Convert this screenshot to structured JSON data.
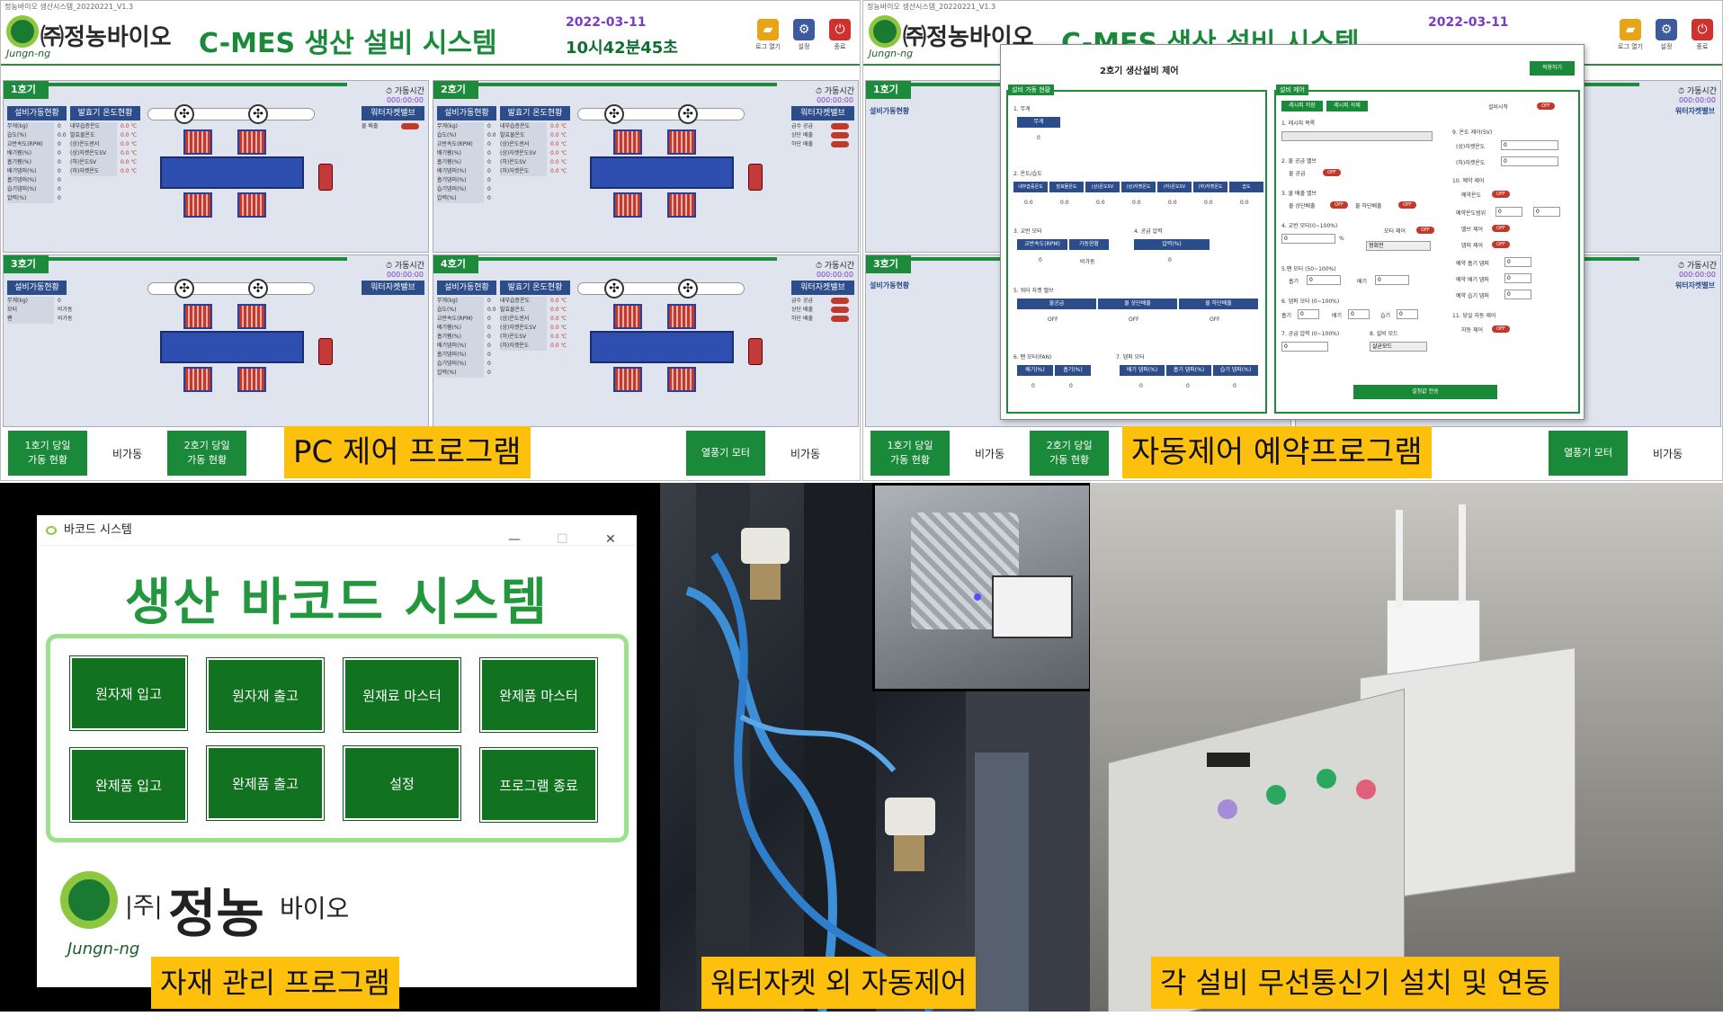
{
  "screen1": {
    "window_title": "정농바이오 생산시스템_20220221_V1.3",
    "company": "㈜정농바이오",
    "company_en": "Jungn-ng",
    "title": "C-MES 생산 설비 시스템",
    "date": "2022-03-11",
    "time": "10시42분45초",
    "toolbar": [
      {
        "label": "로그 열기",
        "icon": "folder-icon",
        "color": "#e8a317"
      },
      {
        "label": "설정",
        "icon": "gear-icon",
        "color": "#3d5a9e"
      },
      {
        "label": "종료",
        "icon": "power-icon",
        "color": "#d0312d"
      }
    ],
    "panels": [
      {
        "label": "1호기",
        "runtime_label": "가동시간",
        "runtime": "000:00:00",
        "status_header": "설비가동현황",
        "temp_header": "발효기 온도현황",
        "valve_header": "워터자켓밸브",
        "valve_items": [
          "물 배출"
        ]
      },
      {
        "label": "2호기",
        "runtime_label": "가동시간",
        "runtime": "000:00:00",
        "status_header": "설비가동현황",
        "temp_header": "발효기 온도현황",
        "valve_header": "워터자켓밸브",
        "valve_items": [
          "급수 공급",
          "상단 배출",
          "하단 배출"
        ]
      },
      {
        "label": "3호기",
        "runtime_label": "가동시간",
        "runtime": "000:00:00",
        "status_header": "설비가동현황",
        "valve_header": "워터자켓밸브"
      },
      {
        "label": "4호기",
        "runtime_label": "가동시간",
        "runtime": "000:00:00",
        "status_header": "설비가동현황",
        "temp_header": "발효기 온도현황",
        "valve_header": "워터자켓밸브",
        "valve_items": [
          "급수 공급",
          "상단 배출",
          "하단 배출"
        ]
      }
    ],
    "status_rows": [
      "무게(kg)",
      "습도(%)",
      "교반속도(RPM)",
      "배기휀(%)",
      "흡기휀(%)",
      "배기댐퍼(%)",
      "흡기댐퍼(%)",
      "습기댐퍼(%)",
      "압력(%)"
    ],
    "status_values": [
      "0",
      "0.0",
      "0",
      "0",
      "0",
      "0",
      "0",
      "0",
      "0"
    ],
    "temp_rows": [
      "내부습증온도",
      "발효물온도",
      "(상)온도센서",
      "(상)자켓온도SV",
      "(하)온도SV",
      "(하)자켓온도"
    ],
    "temp_values": [
      "0.0 ℃",
      "0.0 ℃",
      "0.0 ℃",
      "0.0 ℃",
      "0.0 ℃",
      "0.0 ℃"
    ],
    "panel3_rows": [
      "무게(kg)",
      "모터",
      "팬"
    ],
    "panel3_values": [
      "0",
      "비가동",
      "비가동"
    ],
    "bottom": [
      {
        "button": "1호기 당일\n가동 현황",
        "status": "비가동"
      },
      {
        "button": "2호기 당일\n가동 현황",
        "status": ""
      },
      {
        "button": "열풍기 모터",
        "status": "비가동"
      }
    ]
  },
  "screen2": {
    "dialog_title": "2호기 생산설비 제어",
    "dialog_ok": "적용하기",
    "left_group": "설비 가동 현황",
    "weight_label": "1. 무게",
    "weight_header": "무게",
    "weight_value": "0",
    "temp_label": "2. 온도/습도",
    "temp_headers": [
      "내부습증온도",
      "발효물온도",
      "(상)온도SV",
      "(상)자켓온도",
      "(하)온도SV",
      "(하)자켓온도",
      "습도"
    ],
    "temp_values": [
      "0.0",
      "0.0",
      "0.0",
      "0.0",
      "0.0",
      "0.0",
      "0.0"
    ],
    "motor_label": "3. 교반 모터",
    "motor_headers": [
      "교반속도(RPM)",
      "가동현황"
    ],
    "motor_values": [
      "0",
      "비가동"
    ],
    "pressure_label": "4. 공급 압력",
    "pressure_header": "압력(%)",
    "pressure_value": "0",
    "valve_label": "5. 워터 자켓 밸브",
    "valve_headers": [
      "물공급",
      "물 상단배출",
      "물 하단배출"
    ],
    "valve_values": [
      "OFF",
      "OFF",
      "OFF"
    ],
    "fan_label": "6. 팬 모터(FAN)",
    "fan_headers": [
      "배기(%)",
      "흡기(%)"
    ],
    "fan_values": [
      "0",
      "0"
    ],
    "damper_label": "7. 댐퍼 모터",
    "damper_headers": [
      "배기 댐퍼(%)",
      "흡기 댐퍼(%)",
      "습기 댐퍼(%)"
    ],
    "damper_values": [
      "0",
      "0",
      "0"
    ],
    "right_group": "설비 제어",
    "recipe_buttons": [
      "레시피 저장",
      "레시피 삭제"
    ],
    "run_label": "설비시작",
    "off": "OFF",
    "recipe_list": "1. 레시피 목록",
    "water_supply": "2. 물 공급 밸브",
    "water_supply_item": "물 공급",
    "drain": "3. 물 배출 밸브",
    "drain_items": [
      "물 상단배출",
      "물 하단배출"
    ],
    "mix_motor": "4. 교반 모터(0~100%)",
    "pct": "%",
    "motor_ctrl": "모터 제어",
    "direction": "정회전",
    "fan_motor": "5.팬 모터 (50~100%)",
    "intake": "흡기",
    "exhaust": "배기",
    "damper_motor": "6. 댐퍼 모터 (0~100%)",
    "humidity": "습기",
    "supply_pressure": "7. 공급 압력 (0~100%)",
    "mode_label": "8. 설비 모드",
    "mode_value": "살균모드",
    "temp_ctrl": "9. 온도 제어(SV)",
    "upper_jacket": "(상)자켓온도",
    "lower_jacket": "(하)자켓온도",
    "reserve_ctrl": "10. 예약 제어",
    "reserve_temp": "예약온도",
    "reserve_temp_range": "예약온도범위",
    "valve_ctrl": "밸브 제어",
    "damper_ctrl": "댐퍼 제어",
    "reserve_exhaust": "예약 흡기 댐퍼",
    "reserve_exhaust2": "예약 배기 댐퍼",
    "reserve_humid": "예약 습기 댐퍼",
    "auto_ctrl": "11. 당일 자동 제어",
    "auto_item": "자동 제어",
    "apply": "설정값 전송",
    "zero": "0"
  },
  "screen2_bottom": [
    {
      "button": "1호기 당일\n가동 현황",
      "status": "비가동"
    },
    {
      "button": "2호기 당일\n가동 현황",
      "status": ""
    },
    {
      "button": "열풍기 모터",
      "status": "비가동"
    }
  ],
  "captions": {
    "pc": "PC 제어 프로그램",
    "auto": "자동제어 예약프로그램",
    "material": "자재 관리 프로그램",
    "water": "워터자켓 외 자동제어",
    "wireless": "각 설비 무선통신기 설치 및 연동"
  },
  "barcode": {
    "window_title": "바코드 시스템",
    "heading": "생산 바코드 시스템",
    "buttons": [
      "원자재 입고",
      "원자재 출고",
      "원재료 마스터",
      "완제품 마스터",
      "완제품 입고",
      "완제품 출고",
      "설정",
      "프로그램 종료"
    ],
    "company_prefix": "|주|",
    "company_name": "정농",
    "company_suffix": "바이오",
    "company_en": "Jungn-ng"
  }
}
